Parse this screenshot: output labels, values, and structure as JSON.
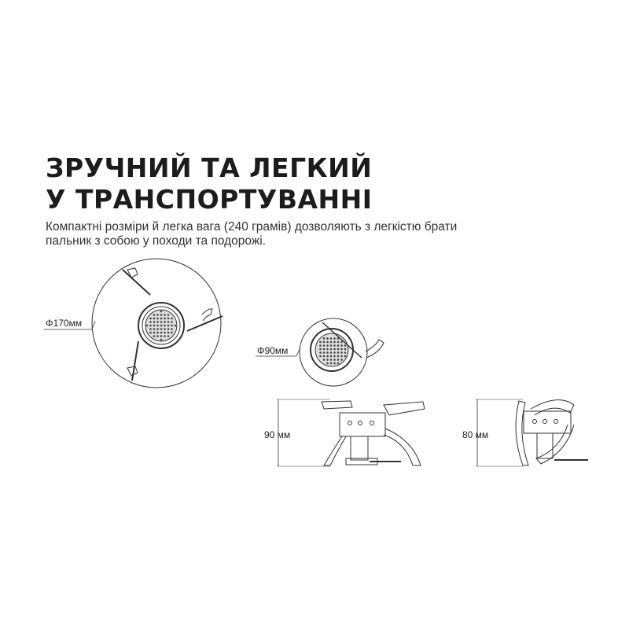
{
  "heading": {
    "line1": "ЗРУЧНИЙ ТА ЛЕГКИЙ",
    "line2": "У ТРАНСПОРТУВАННІ"
  },
  "description": {
    "line1": "Компактні розміри й легка вага (240 грамів) дозволяють з легкістю брати",
    "line2": "пальник з собою у походи та подорожі."
  },
  "dimensions": {
    "open_diameter": "Φ170мм",
    "burner_diameter": "Φ90мм",
    "open_height": "90 мм",
    "folded_height": "80 мм"
  },
  "colors": {
    "text": "#1c1c1c",
    "line": "#333333"
  }
}
